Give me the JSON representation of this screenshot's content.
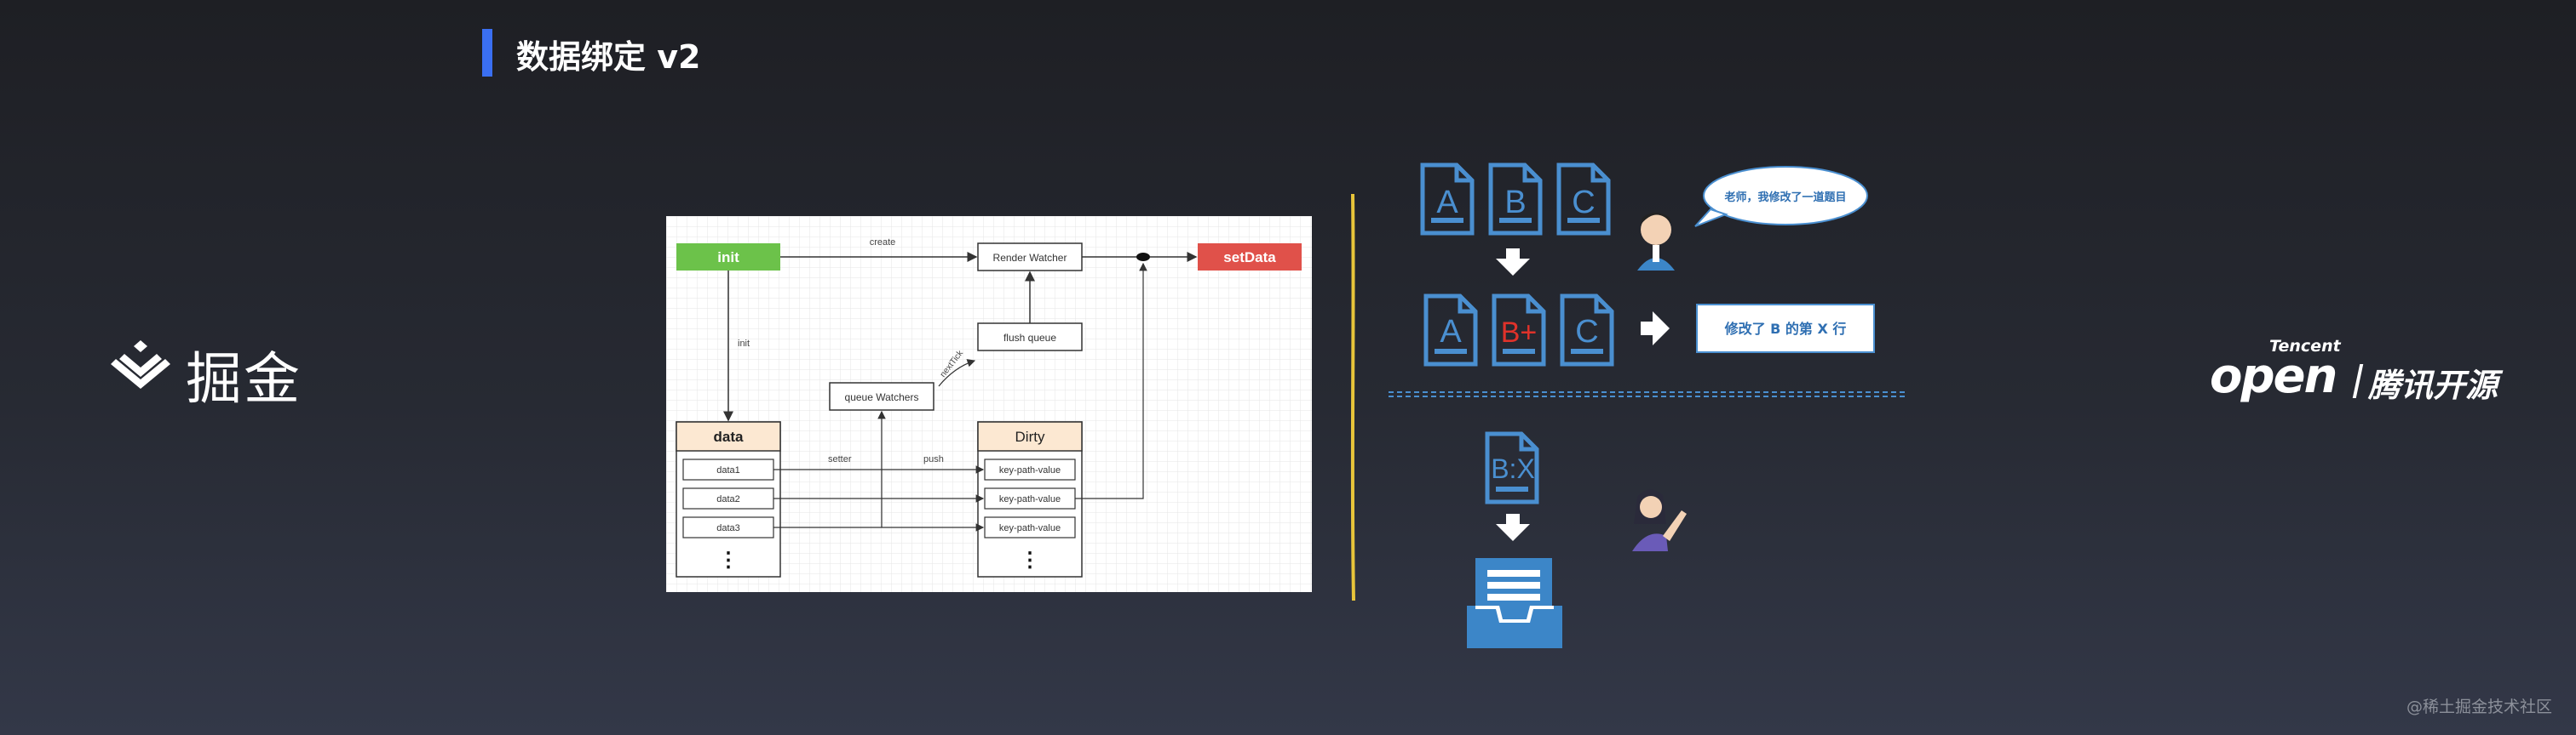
{
  "title": "数据绑定 v2",
  "brand_left": {
    "name": "掘金"
  },
  "brand_right": {
    "small": "Tencent",
    "open": "open",
    "cn": "腾讯开源"
  },
  "watermark": "@稀土掘金技术社区",
  "diagram": {
    "init": "init",
    "create": "create",
    "render_watcher": "Render Watcher",
    "set_data": "setData",
    "init_edge": "init",
    "flush_queue": "flush queue",
    "next_tick": "nextTick",
    "queue_watchers": "queue Watchers",
    "data_header": "data",
    "data_items": [
      "data1",
      "data2",
      "data3"
    ],
    "dirty_header": "Dirty",
    "dirty_items": [
      "key-path-value",
      "key-path-value",
      "key-path-value"
    ],
    "setter": "setter",
    "push": "push",
    "ellipsis": "⋮"
  },
  "right": {
    "docs_top": [
      "A",
      "B",
      "C"
    ],
    "docs_bottom": [
      "A",
      "B+",
      "C"
    ],
    "speech": "老师，我修改了一道题目",
    "result": "修改了 B 的第 X 行",
    "doc_single": "B:X"
  },
  "colors": {
    "accent": "#3a6ff2",
    "init_green": "#6cc24a",
    "setdata_red": "#e0514a",
    "header_peach": "#fce8d2",
    "doc_blue": "#4a8fd0",
    "b_red": "#e0322a",
    "divider_yellow": "#e8c53a"
  }
}
